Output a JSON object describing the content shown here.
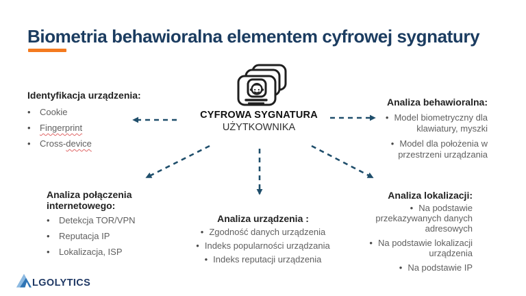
{
  "title": {
    "text": "Biometria behawioralna elementem cyfrowej sygnatury"
  },
  "center": {
    "icon": "digital-signature-cards-icon",
    "line1": "CYFROWA SYGNATURA",
    "line2": "UŻYTKOWNIKA"
  },
  "sections": {
    "identyfikacja": {
      "header": "Identyfikacja urządzenia:",
      "item_cookie": "Cookie",
      "item_fingerprint": "Fingerprint",
      "item_crossdevice_plain": "Cross-",
      "item_crossdevice_wavy": "device"
    },
    "behawioralna": {
      "header": "Analiza behawioralna:",
      "items": [
        "Model biometryczny dla klawiatury, myszki",
        "Model dla położenia w przestrzeni urządzania"
      ]
    },
    "polaczenie": {
      "header": "Analiza połączenia internetowego:",
      "items": [
        "Detekcja TOR/VPN",
        "Reputacja IP",
        "Lokalizacja, ISP"
      ]
    },
    "urzadzenie": {
      "header": "Analiza urządzenia :",
      "items": [
        "Zgodność danych urządzenia",
        "Indeks popularności urządzania",
        "Indeks reputacji urządzenia"
      ]
    },
    "lokalizacja": {
      "header": "Analiza lokalizacji:",
      "items": [
        "Na podstawie przekazywanych danych adresowych",
        "Na podstawie lokalizacji urządzenia",
        "Na podstawie IP"
      ]
    }
  },
  "logo": {
    "brand": "ALGOLYTICS",
    "wordmark_text": "LGOLYTICS",
    "mark": "algolytics-a-triangle-icon"
  },
  "colors": {
    "title_navy": "#1b3c60",
    "accent_orange": "#f47a1f",
    "arrow_navy": "#1f4e6b",
    "header_black": "#222222",
    "body_gray": "#5f5f5f",
    "spellcheck_red": "#e06666",
    "logo_blue": "#2e74b5",
    "logo_light_blue": "#8cbae2",
    "logo_navy": "#1f3864"
  }
}
